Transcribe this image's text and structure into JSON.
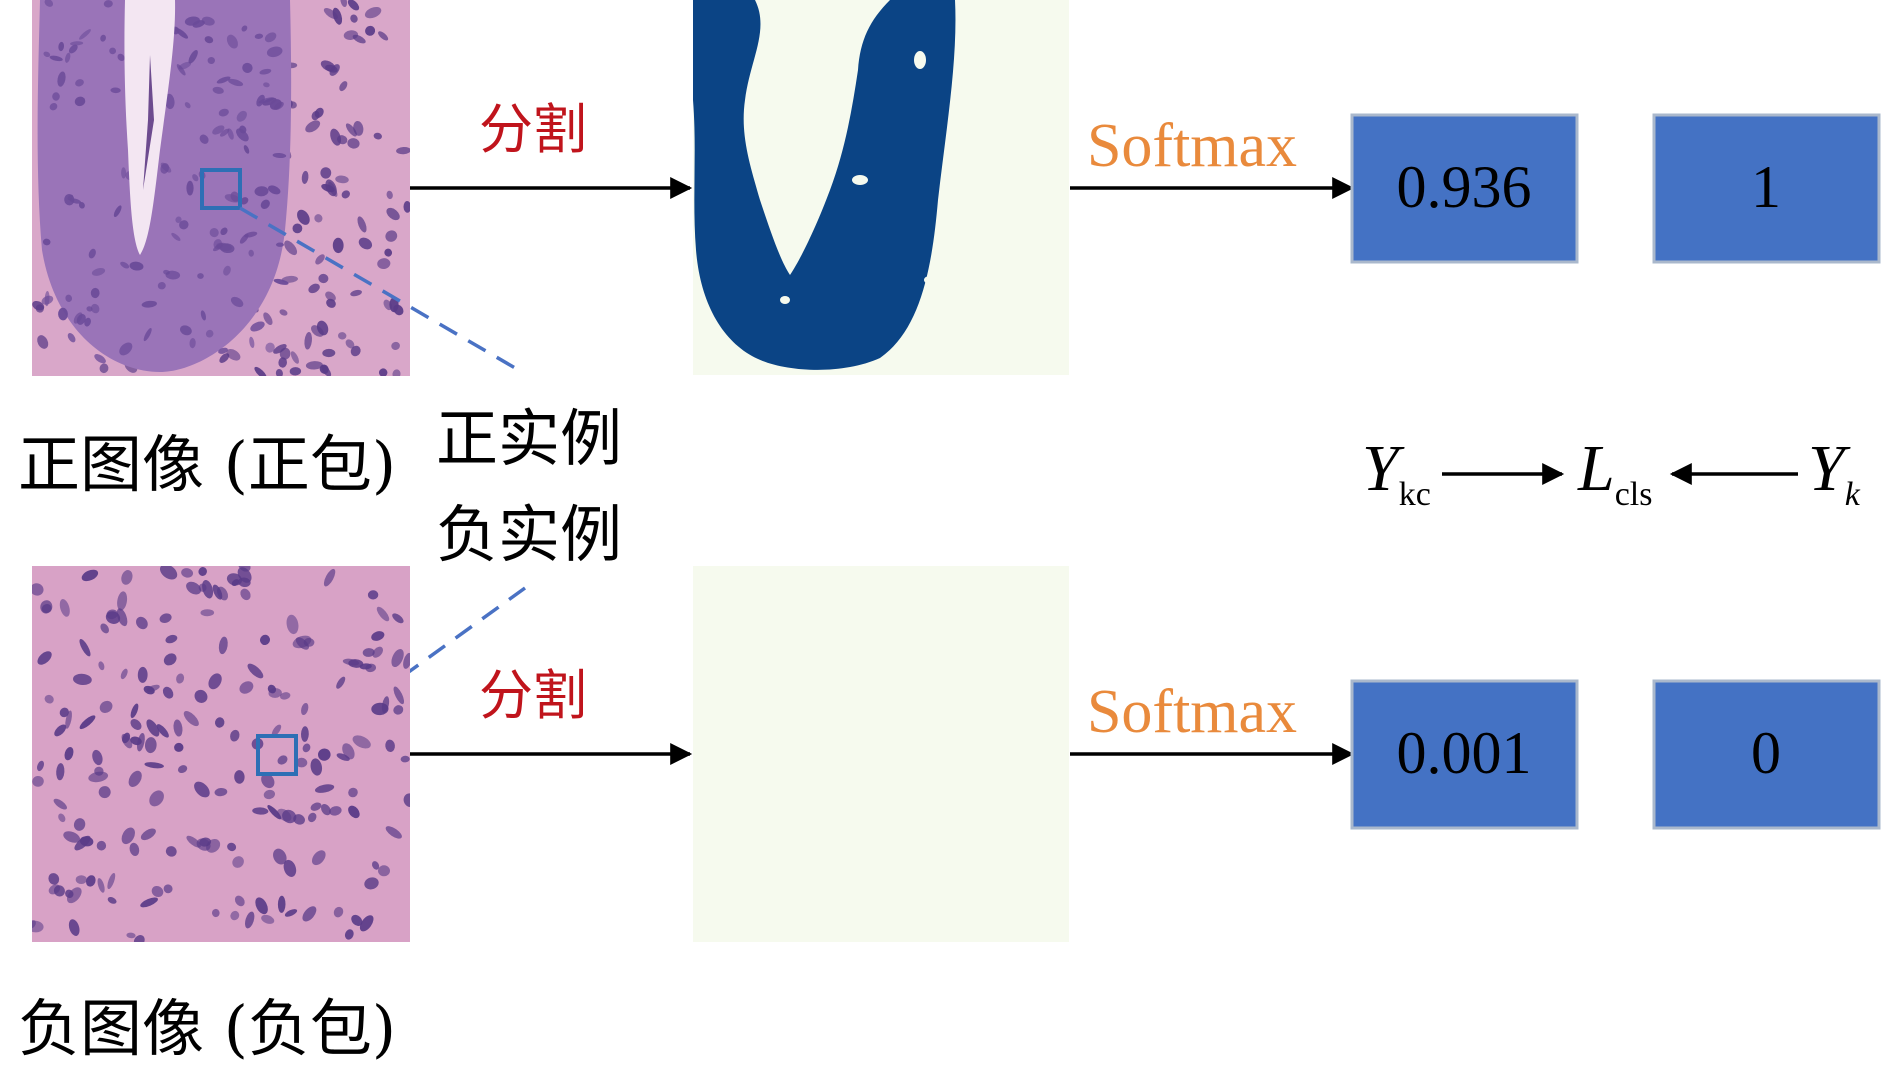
{
  "top": {
    "image_label": "正图像 (正包)",
    "instance_label": "正实例",
    "segment_label": "分割",
    "softmax_label": "Softmax",
    "score": "0.936",
    "target": "1"
  },
  "bottom": {
    "image_label": "负图像 (负包)",
    "instance_label": "负实例",
    "segment_label": "分割",
    "softmax_label": "Softmax",
    "score": "0.001",
    "target": "0"
  },
  "loss": {
    "left_symbol": "Y",
    "left_subscript": "kc",
    "center_symbol": "L",
    "center_subscript": "cls",
    "right_symbol": "Y",
    "right_subscript": "k"
  },
  "colors": {
    "segment_text": "#c0141c",
    "softmax_text": "#e98a3c",
    "score_box": "#4472c4",
    "score_box_border": "#aab8cc",
    "mask_fill": "#0b4485",
    "mask_background": "#f6faee",
    "instance_marker": "#2e6fb5",
    "tissue_pink": "#d8a2c6",
    "nucleus_purple": "#5a3b88"
  },
  "icons": {
    "positive_tissue": "histology-gland-image",
    "negative_tissue": "histology-stroma-image"
  }
}
